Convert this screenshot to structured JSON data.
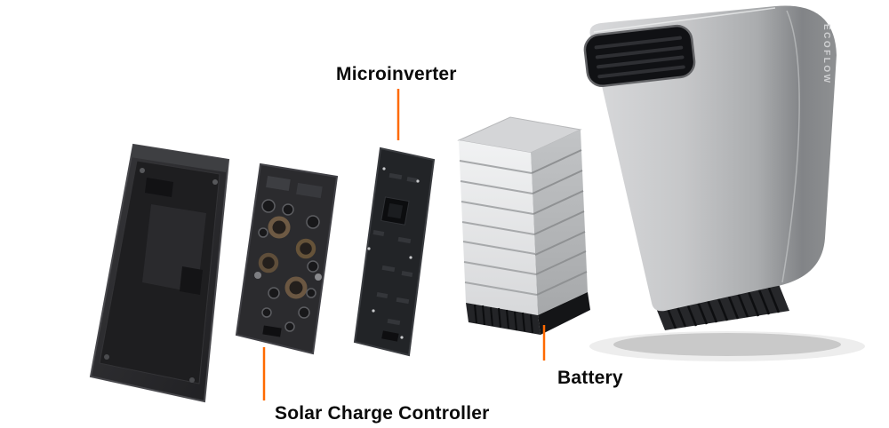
{
  "page": {
    "background_color": "#ffffff"
  },
  "diagram": {
    "accent_color": "#FF6A00",
    "brand_text": "ECOFLOW",
    "labels": {
      "microinverter": "Microinverter",
      "solar_charge_controller": "Solar Charge Controller",
      "battery": "Battery"
    }
  }
}
